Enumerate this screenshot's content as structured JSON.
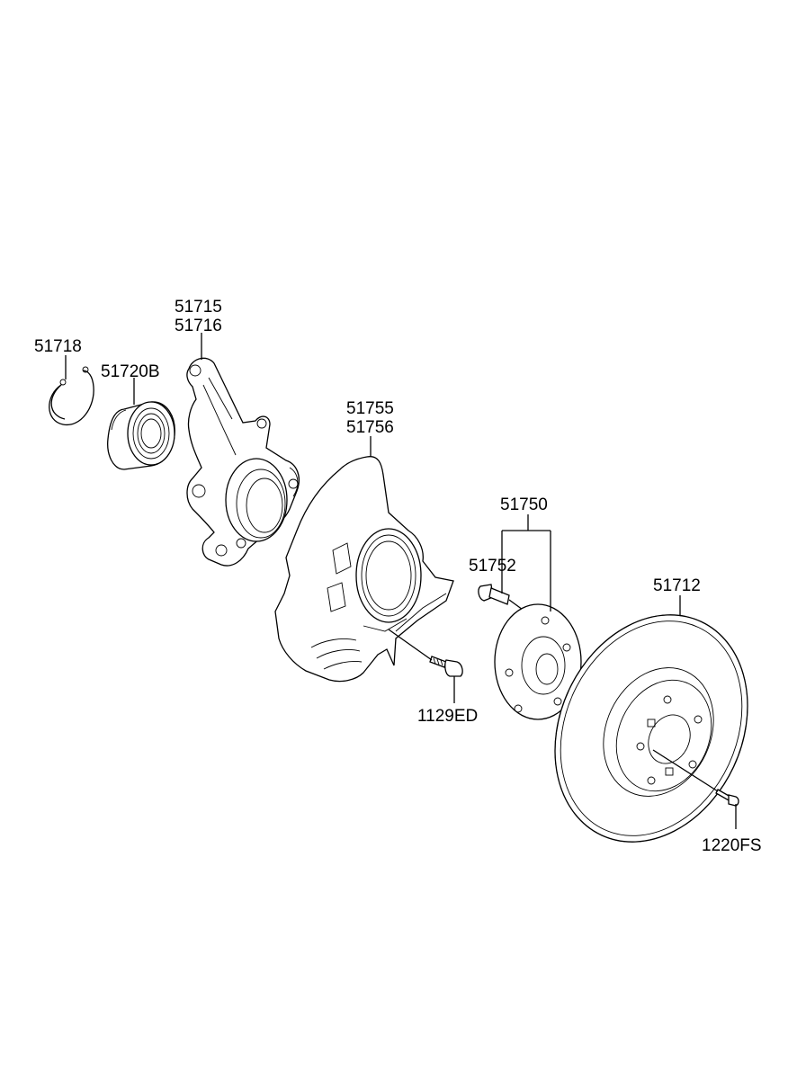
{
  "labels": {
    "snap_ring": "51718",
    "bearing": "51720B",
    "knuckle_lh": "51715",
    "knuckle_rh": "51716",
    "dust_cover_lh": "51755",
    "dust_cover_rh": "51756",
    "hub_assy": "51750",
    "hub_bolt": "51752",
    "disc": "51712",
    "cover_bolt": "1129ED",
    "disc_screw": "1220FS"
  }
}
